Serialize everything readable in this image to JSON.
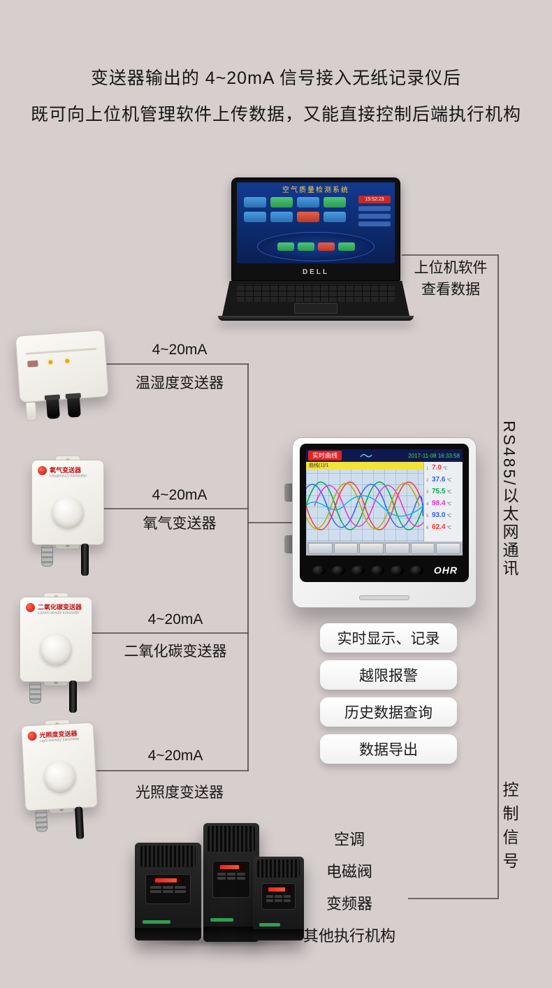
{
  "colors": {
    "background": "#d7cece",
    "accent_red": "#e32222",
    "line": "#4a4a4a"
  },
  "header": {
    "line1": "变送器输出的 4~20mA 信号接入无纸记录仪后",
    "line2": "既可向上位机管理软件上传数据，又能直接控制后端执行机构"
  },
  "laptop": {
    "brand": "DELL",
    "screen_title": "空气质量检测系统",
    "screen_time": "15:52:23",
    "label_line1": "上位机软件",
    "label_line2": "查看数据"
  },
  "transmitters": [
    {
      "signal": "4~20mA",
      "name": "温湿度变送器"
    },
    {
      "signal": "4~20mA",
      "name": "氧气变送器",
      "plate_title": "氧气变送器",
      "plate_sub": "Oxygen(O2) transmitter"
    },
    {
      "signal": "4~20mA",
      "name": "二氧化碳变送器",
      "plate_title": "二氧化碳变送器",
      "plate_sub": "Carbon dioxide transmitter"
    },
    {
      "signal": "4~20mA",
      "name": "光照度变送器",
      "plate_title": "光照度变送器",
      "plate_sub": "Light intensity transmitter"
    }
  ],
  "recorder": {
    "brand": "OHR",
    "screen": {
      "tab_label": "实时曲线",
      "datetime": "2017-11-08 16:33:58",
      "strip_label": "曲线(1)/1",
      "channels": [
        {
          "ch": "1",
          "value": "7.0",
          "unit": "℃",
          "color": "#ff2f2f"
        },
        {
          "ch": "2",
          "value": "37.6",
          "unit": "℃",
          "color": "#2f62ff"
        },
        {
          "ch": "3",
          "value": "75.5",
          "unit": "℃",
          "color": "#00a650"
        },
        {
          "ch": "4",
          "value": "98.4",
          "unit": "℃",
          "color": "#e82fd0"
        },
        {
          "ch": "5",
          "value": "93.0",
          "unit": "℃",
          "color": "#2f62ff"
        },
        {
          "ch": "6",
          "value": "62.4",
          "unit": "℃",
          "color": "#ff2f2f"
        }
      ]
    }
  },
  "features": [
    "实时显示、记录",
    "越限报警",
    "历史数据查询",
    "数据导出"
  ],
  "side_labels": {
    "communication": "RS485/以太网通讯",
    "control": "控制信号"
  },
  "actuators": [
    "空调",
    "电磁阀",
    "变频器",
    "其他执行机构"
  ]
}
